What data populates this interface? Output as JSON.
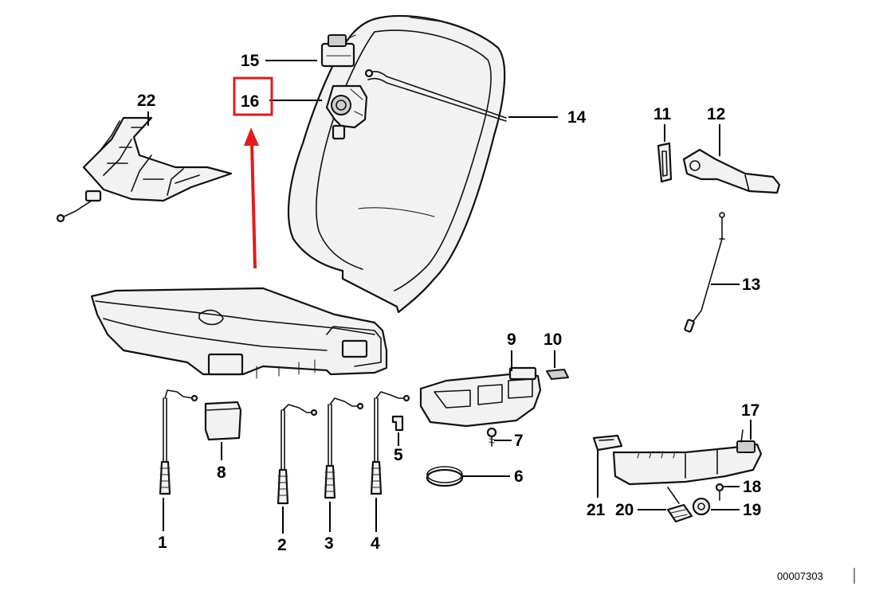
{
  "diagram": {
    "reference_code": "00007303",
    "highlight_color": "#e31b1b",
    "highlighted_callout": "16",
    "callouts": [
      {
        "id": "c1",
        "label": "1"
      },
      {
        "id": "c2",
        "label": "2"
      },
      {
        "id": "c3",
        "label": "3"
      },
      {
        "id": "c4",
        "label": "4"
      },
      {
        "id": "c5",
        "label": "5"
      },
      {
        "id": "c6",
        "label": "6"
      },
      {
        "id": "c7",
        "label": "7"
      },
      {
        "id": "c8",
        "label": "8"
      },
      {
        "id": "c9",
        "label": "9"
      },
      {
        "id": "c10",
        "label": "10"
      },
      {
        "id": "c11",
        "label": "11"
      },
      {
        "id": "c12",
        "label": "12"
      },
      {
        "id": "c13",
        "label": "13"
      },
      {
        "id": "c14",
        "label": "14"
      },
      {
        "id": "c15",
        "label": "15"
      },
      {
        "id": "c16",
        "label": "16"
      },
      {
        "id": "c17",
        "label": "17"
      },
      {
        "id": "c18",
        "label": "18"
      },
      {
        "id": "c19",
        "label": "19"
      },
      {
        "id": "c20",
        "label": "20"
      },
      {
        "id": "c21",
        "label": "21"
      },
      {
        "id": "c22",
        "label": "22"
      }
    ]
  }
}
